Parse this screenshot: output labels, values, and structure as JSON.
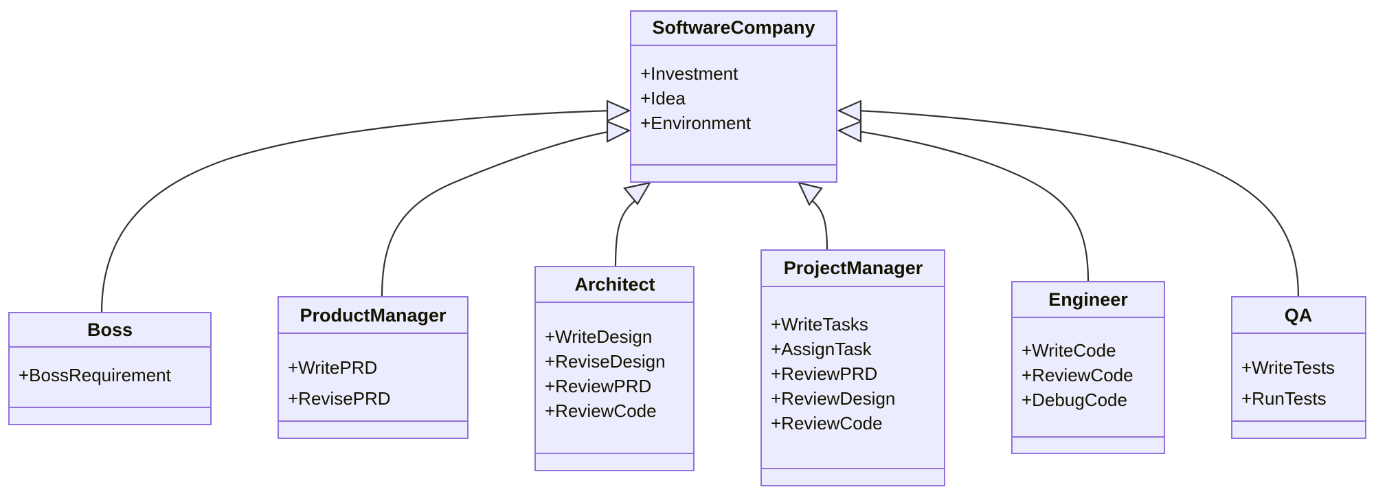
{
  "diagram": {
    "type": "uml-class-diagram",
    "title": "",
    "colors": {
      "node_fill": "#ECECFF",
      "node_stroke": "#9370DB",
      "edge_stroke": "#333333",
      "text": "#131300",
      "background": "#ffffff"
    },
    "relationship_type": "inheritance",
    "parent": "SoftwareCompany"
  },
  "classes": {
    "software_company": {
      "name": "SoftwareCompany",
      "attributes": [
        "+Investment",
        "+Idea",
        "+Environment"
      ],
      "methods": []
    },
    "boss": {
      "name": "Boss",
      "attributes": [
        "+BossRequirement"
      ],
      "methods": []
    },
    "product_manager": {
      "name": "ProductManager",
      "attributes": [
        "+WritePRD",
        "+RevisePRD"
      ],
      "methods": []
    },
    "architect": {
      "name": "Architect",
      "attributes": [
        "+WriteDesign",
        "+ReviseDesign",
        "+ReviewPRD",
        "+ReviewCode"
      ],
      "methods": []
    },
    "project_manager": {
      "name": "ProjectManager",
      "attributes": [
        "+WriteTasks",
        "+AssignTask",
        "+ReviewPRD",
        "+ReviewDesign",
        "+ReviewCode"
      ],
      "methods": []
    },
    "engineer": {
      "name": "Engineer",
      "attributes": [
        "+WriteCode",
        "+ReviewCode",
        "+DebugCode"
      ],
      "methods": []
    },
    "qa": {
      "name": "QA",
      "attributes": [
        "+WriteTests",
        "+RunTests"
      ],
      "methods": []
    }
  },
  "relationships": [
    {
      "from": "Boss",
      "to": "SoftwareCompany",
      "type": "inheritance"
    },
    {
      "from": "ProductManager",
      "to": "SoftwareCompany",
      "type": "inheritance"
    },
    {
      "from": "Architect",
      "to": "SoftwareCompany",
      "type": "inheritance"
    },
    {
      "from": "ProjectManager",
      "to": "SoftwareCompany",
      "type": "inheritance"
    },
    {
      "from": "Engineer",
      "to": "SoftwareCompany",
      "type": "inheritance"
    },
    {
      "from": "QA",
      "to": "SoftwareCompany",
      "type": "inheritance"
    }
  ]
}
